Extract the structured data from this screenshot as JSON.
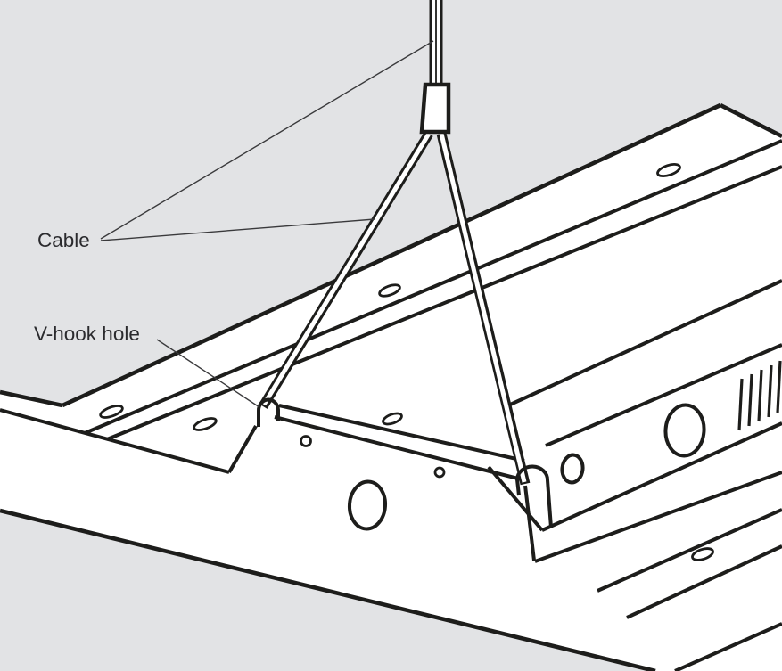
{
  "figure": {
    "type": "technical-line-diagram",
    "subject": "Luminaire suspended by a V-hook cable through V-hook holes"
  },
  "labels": {
    "cable": "Cable",
    "v_hook_hole": "V-hook hole"
  },
  "annotations": [
    {
      "label": "Cable",
      "leader_lines": 2,
      "points_to": [
        "vertical-suspension-cable",
        "left-v-cable-leg"
      ]
    },
    {
      "label": "V-hook hole",
      "leader_lines": 1,
      "points_to": [
        "left-v-hook-hole"
      ]
    }
  ],
  "colors": {
    "bg": "#e2e3e5",
    "line": "#1d1d1b",
    "fill": "#ffffff",
    "label": "#2b2b2e",
    "leader": "#3a3a3c"
  }
}
